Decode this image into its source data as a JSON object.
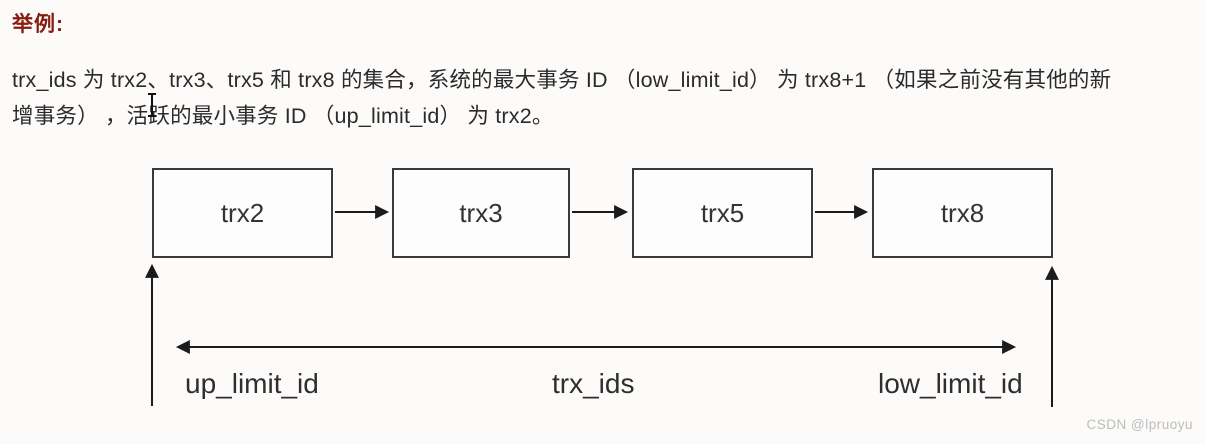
{
  "article": {
    "heading": "举例:",
    "paragraph": {
      "lines": [
        "trx_ids 为 trx2、trx3、trx5 和 trx8 的集合，系统的最大事务 ID （low_limit_id） 为 trx8+1 （如果之前没有其他的新",
        "增事务） ，活跃的最小事务 ID （up_limit_id） 为 trx2。"
      ]
    },
    "watermark": "CSDN @lpruoyu"
  },
  "diagram": {
    "boxes": [
      {
        "label": "trx2"
      },
      {
        "label": "trx3"
      },
      {
        "label": "trx5"
      },
      {
        "label": "trx8"
      }
    ],
    "range_labels": {
      "left": "up_limit_id",
      "center": "trx_ids",
      "right": "low_limit_id"
    }
  },
  "colors": {
    "heading": "#861b10",
    "body_text": "#2b2b2b",
    "box_border": "#3a3a3a",
    "arrow": "#1b1b1b",
    "watermark": "#bdbdbd",
    "background": "#fcfbfa"
  }
}
